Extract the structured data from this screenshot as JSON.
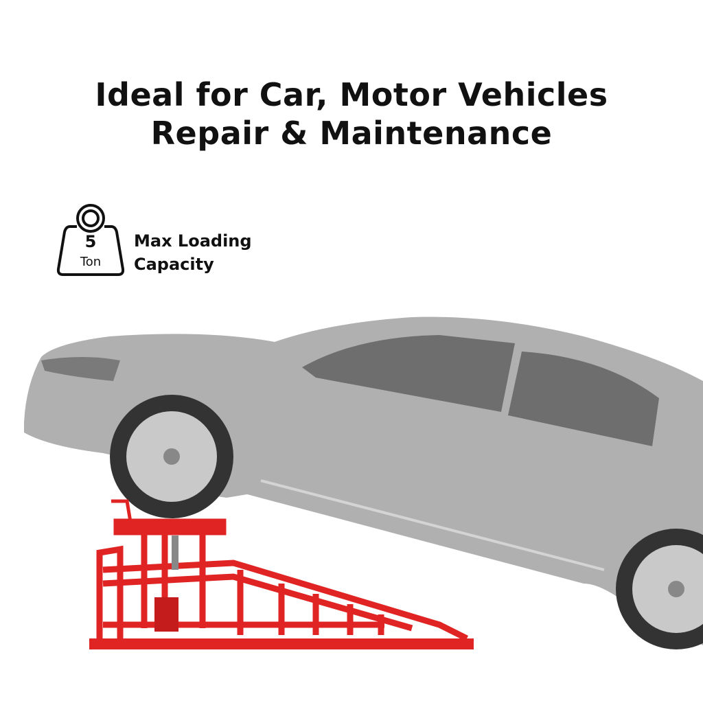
{
  "headline": {
    "line1": "Ideal for Car, Motor Vehicles",
    "line2": "Repair & Maintenance"
  },
  "capacity_badge": {
    "icon": "weight-icon",
    "number": "5",
    "unit": "Ton",
    "label_line1": "Max Loading",
    "label_line2": "Capacity"
  },
  "colors": {
    "ramp": "#e02424",
    "car": "#a9a9a9",
    "text": "#111111"
  }
}
